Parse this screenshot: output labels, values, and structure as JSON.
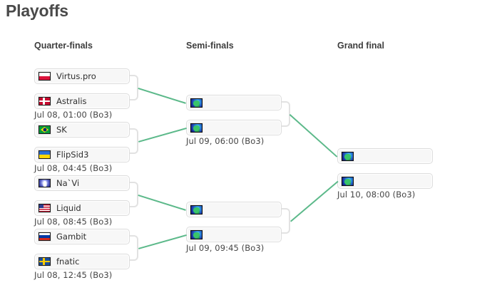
{
  "page": {
    "title": "Playoffs"
  },
  "rounds": [
    {
      "label": "Quarter-finals"
    },
    {
      "label": "Semi-finals"
    },
    {
      "label": "Grand final"
    }
  ],
  "quarterfinals": [
    {
      "date": "Jul 08, 01:00 (Bo3)",
      "teams": [
        {
          "name": "Virtus.pro",
          "flag": "poland"
        },
        {
          "name": "Astralis",
          "flag": "denmark"
        }
      ]
    },
    {
      "date": "Jul 08, 04:45 (Bo3)",
      "teams": [
        {
          "name": "SK",
          "flag": "brazil"
        },
        {
          "name": "FlipSid3",
          "flag": "ukraine"
        }
      ]
    },
    {
      "date": "Jul 08, 08:45 (Bo3)",
      "teams": [
        {
          "name": "Na`Vi",
          "flag": "navi"
        },
        {
          "name": "Liquid",
          "flag": "usa"
        }
      ]
    },
    {
      "date": "Jul 08, 12:45 (Bo3)",
      "teams": [
        {
          "name": "Gambit",
          "flag": "russia"
        },
        {
          "name": "fnatic",
          "flag": "sweden"
        }
      ]
    }
  ],
  "semifinals": [
    {
      "date": "Jul 09, 06:00 (Bo3)",
      "teams": [
        {
          "name": "",
          "flag": "tbd-globe"
        },
        {
          "name": "",
          "flag": "tbd-globe"
        }
      ]
    },
    {
      "date": "Jul 09, 09:45 (Bo3)",
      "teams": [
        {
          "name": "",
          "flag": "tbd-globe"
        },
        {
          "name": "",
          "flag": "tbd-globe"
        }
      ]
    }
  ],
  "grandfinal": [
    {
      "date": "Jul 10, 08:00 (Bo3)",
      "teams": [
        {
          "name": "",
          "flag": "tbd-globe"
        },
        {
          "name": "",
          "flag": "tbd-globe"
        }
      ]
    }
  ],
  "colors": {
    "connector": "#5cb98a",
    "bracket": "#e2e2e2",
    "slot_bg": "#f7f7f7",
    "slot_border": "#dcdcdc",
    "title": "#4a4a4a"
  }
}
